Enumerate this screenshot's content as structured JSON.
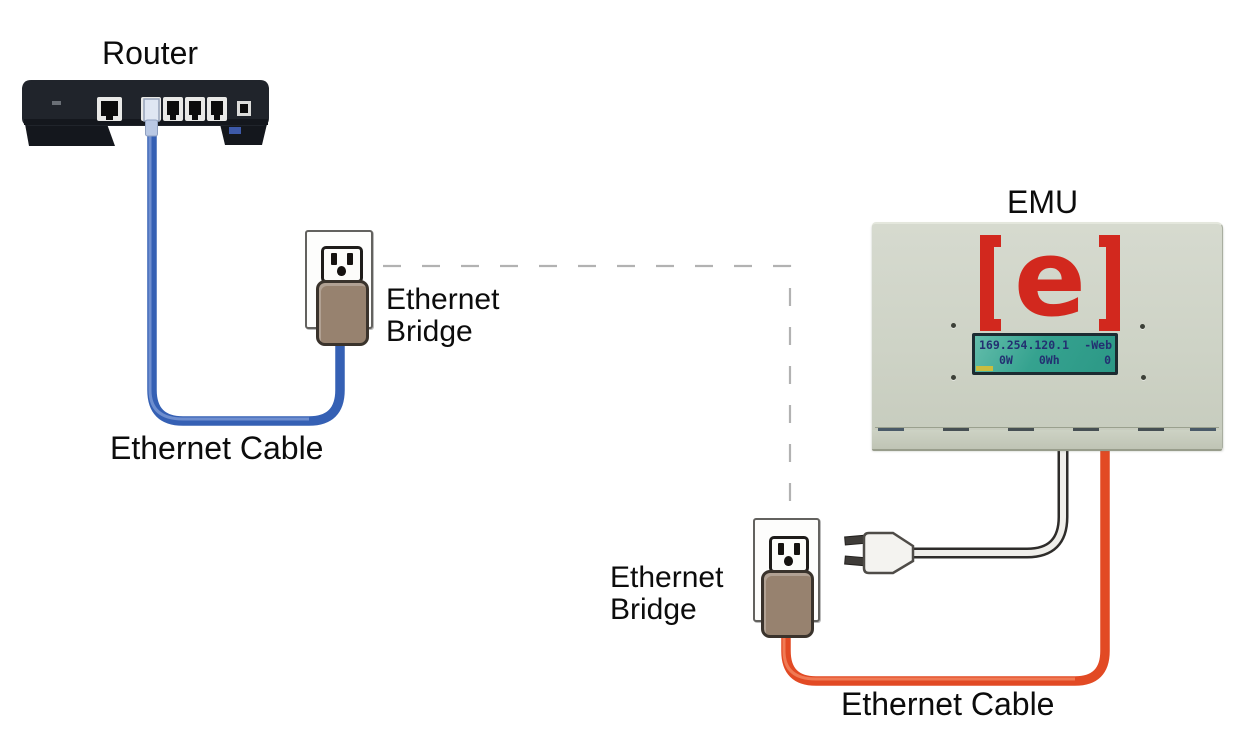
{
  "colors": {
    "blue_cable": "#3560b4",
    "orange_cable": "#e24a24",
    "bridge_device": "#97826f",
    "emu_body": "#ced3c6",
    "lcd_green": "#35a28f",
    "logo_red": "#d2281e",
    "dashed_line": "#b2b2b2",
    "router_body": "#20242b"
  },
  "router": {
    "label": "Router"
  },
  "bridge_left": {
    "label_line1": "Ethernet",
    "label_line2": "Bridge"
  },
  "bridge_right": {
    "label_line1": "Ethernet",
    "label_line2": "Bridge"
  },
  "cable_left": {
    "label": "Ethernet Cable"
  },
  "cable_right": {
    "label": "Ethernet Cable"
  },
  "emu": {
    "label": "EMU",
    "logo_text": "e",
    "display": {
      "ip": "169.254.120.1",
      "web": "-Web",
      "watts": "0W",
      "watt_hours": "0Wh",
      "count": "0"
    }
  }
}
